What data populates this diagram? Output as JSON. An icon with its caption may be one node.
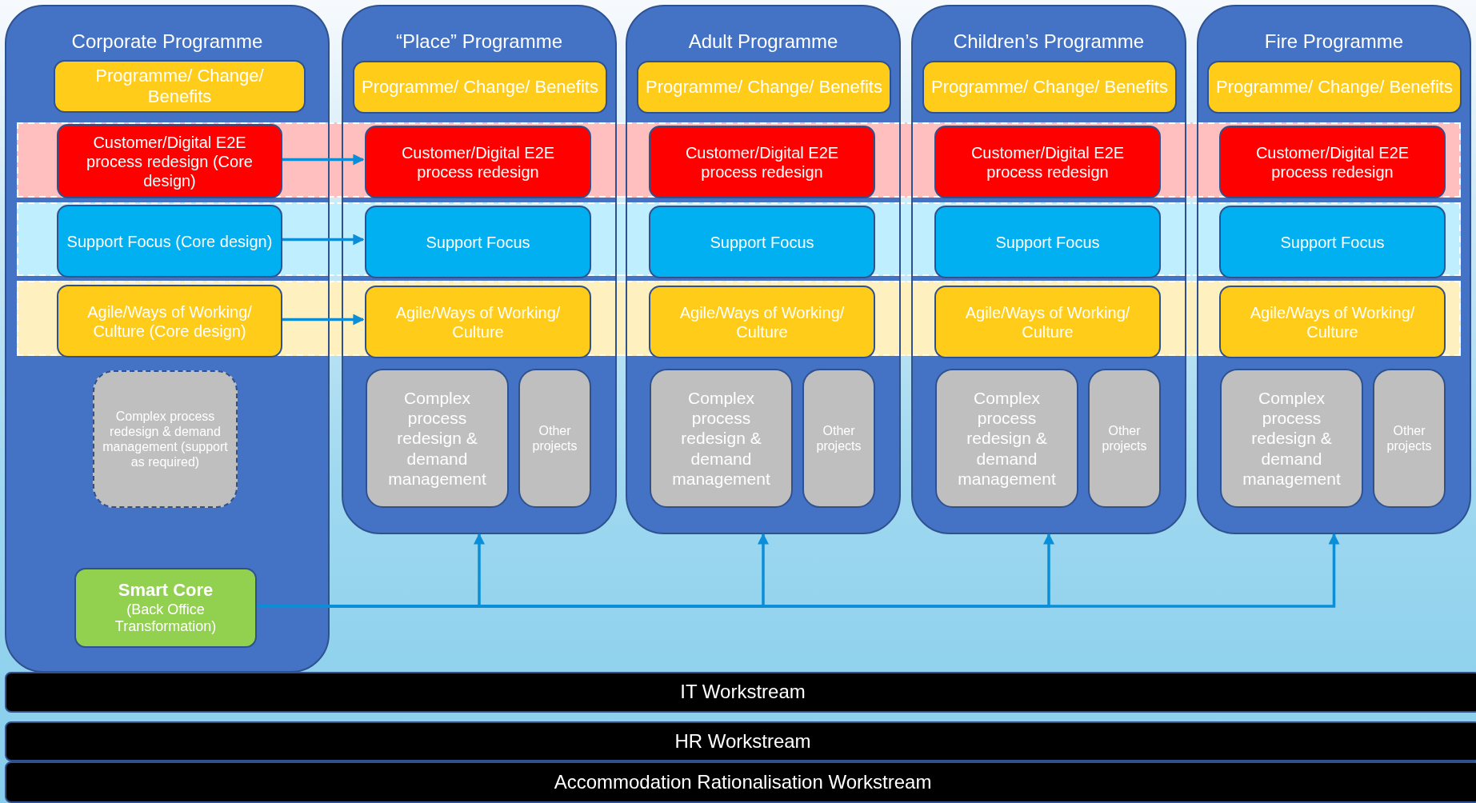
{
  "diagram": {
    "nodes": [
      {
        "text": [
          "Corporate Programme"
        ]
      },
      {
        "text": [
          "Programme/ Change/ Benefits"
        ],
        "in": 0
      },
      {
        "text": [
          "Customer/Digital E2E process redesign (Core design)"
        ],
        "in": 0
      },
      {
        "text": [
          "Support Focus (Core design)"
        ],
        "in": 0
      },
      {
        "text": [
          "Agile/Ways of Working/ Culture (Core design)"
        ],
        "in": 0
      },
      {
        "text": [
          "Complex process redesign & demand management (support as required)"
        ],
        "in": 0
      },
      {
        "text": [
          "Smart Core",
          "(Back Office Transformation)"
        ],
        "in": 0
      },
      {
        "text": [
          "“Place” Programme"
        ]
      },
      {
        "text": [
          "Programme/ Change/ Benefits"
        ],
        "in": 7
      },
      {
        "text": [
          "Customer/Digital E2E process redesign"
        ],
        "in": 7
      },
      {
        "text": [
          "Support Focus"
        ],
        "in": 7
      },
      {
        "text": [
          "Agile/Ways of Working/ Culture"
        ],
        "in": 7
      },
      {
        "text": [
          "Complex process redesign & demand management"
        ],
        "in": 7
      },
      {
        "text": [
          "Other projects"
        ],
        "in": 7
      },
      {
        "text": [
          "Adult Programme"
        ]
      },
      {
        "text": [
          "Programme/ Change/ Benefits"
        ],
        "in": 14
      },
      {
        "text": [
          "Customer/Digital E2E process redesign"
        ],
        "in": 14
      },
      {
        "text": [
          "Support Focus"
        ],
        "in": 14
      },
      {
        "text": [
          "Agile/Ways of Working/ Culture"
        ],
        "in": 14
      },
      {
        "text": [
          "Complex process redesign & demand management"
        ],
        "in": 14
      },
      {
        "text": [
          "Other projects"
        ],
        "in": 14
      },
      {
        "text": [
          "Children’s Programme"
        ]
      },
      {
        "text": [
          "Programme/ Change/ Benefits"
        ],
        "in": 21
      },
      {
        "text": [
          "Customer/Digital E2E process redesign"
        ],
        "in": 21
      },
      {
        "text": [
          "Support Focus"
        ],
        "in": 21
      },
      {
        "text": [
          "Agile/Ways of Working/ Culture"
        ],
        "in": 21
      },
      {
        "text": [
          "Complex process redesign & demand management"
        ],
        "in": 21
      },
      {
        "text": [
          "Other projects"
        ],
        "in": 21
      },
      {
        "text": [
          "Fire Programme"
        ]
      },
      {
        "text": [
          "Programme/ Change/ Benefits"
        ],
        "in": 28
      },
      {
        "text": [
          "Customer/Digital E2E process redesign"
        ],
        "in": 28
      },
      {
        "text": [
          "Support Focus"
        ],
        "in": 28
      },
      {
        "text": [
          "Agile/Ways of Working/ Culture"
        ],
        "in": 28
      },
      {
        "text": [
          "Complex process redesign & demand management"
        ],
        "in": 28
      },
      {
        "text": [
          "Other projects"
        ],
        "in": 28
      },
      {
        "text": [
          "IT Workstream"
        ]
      },
      {
        "text": [
          "HR Workstream"
        ]
      },
      {
        "text": [
          "Accommodation Rationalisation Workstream"
        ]
      }
    ],
    "edges": [
      {
        "from": 2,
        "to": 9,
        "arrow": "to"
      },
      {
        "from": 3,
        "to": 10,
        "arrow": "to"
      },
      {
        "from": 4,
        "to": 11,
        "arrow": "to"
      },
      {
        "from": 6,
        "to": 7,
        "arrow": "to"
      },
      {
        "from": 6,
        "to": 14,
        "arrow": "to"
      },
      {
        "from": 6,
        "to": 21,
        "arrow": "to"
      },
      {
        "from": 6,
        "to": 28,
        "arrow": "to"
      }
    ]
  }
}
